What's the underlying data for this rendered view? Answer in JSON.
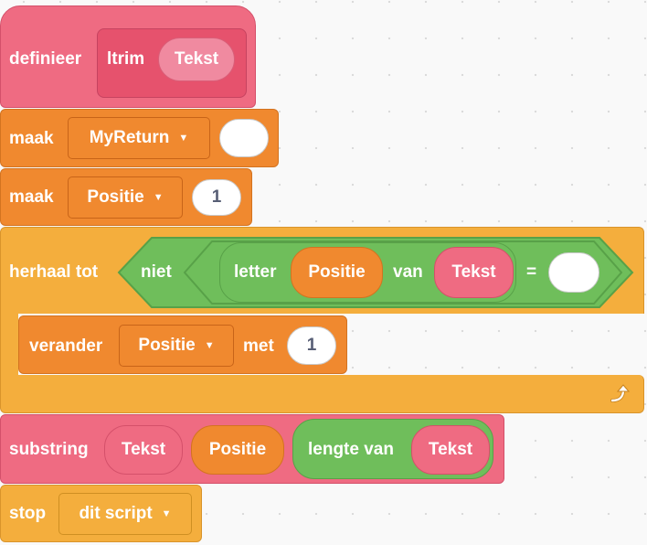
{
  "define_block": {
    "label": "definieer",
    "name": "ltrim",
    "param": "Tekst"
  },
  "set_return": {
    "label": "maak",
    "variable": "MyReturn",
    "value": ""
  },
  "set_position": {
    "label": "maak",
    "variable": "Positie",
    "value": "1"
  },
  "repeat_until": {
    "label": "herhaal tot",
    "not_label": "niet",
    "letter_label": "letter",
    "letter_index": "Positie",
    "of_label": "van",
    "of_value": "Tekst",
    "equals": "=",
    "compare_value": ""
  },
  "change_block": {
    "label": "verander",
    "variable": "Positie",
    "by_label": "met",
    "value": "1"
  },
  "substring_block": {
    "label": "substring",
    "arg1": "Tekst",
    "arg2": "Positie",
    "length_label": "lengte van",
    "length_arg": "Tekst"
  },
  "stop_block": {
    "label": "stop",
    "option": "dit script"
  },
  "icons": {
    "loop_arrow": "loop-arrow-icon",
    "dropdown": "caret-down-icon"
  },
  "colors": {
    "my_blocks": "#ef6b82",
    "variables": "#f0892f",
    "control": "#f4ae3d",
    "operators": "#6fbe5b"
  }
}
